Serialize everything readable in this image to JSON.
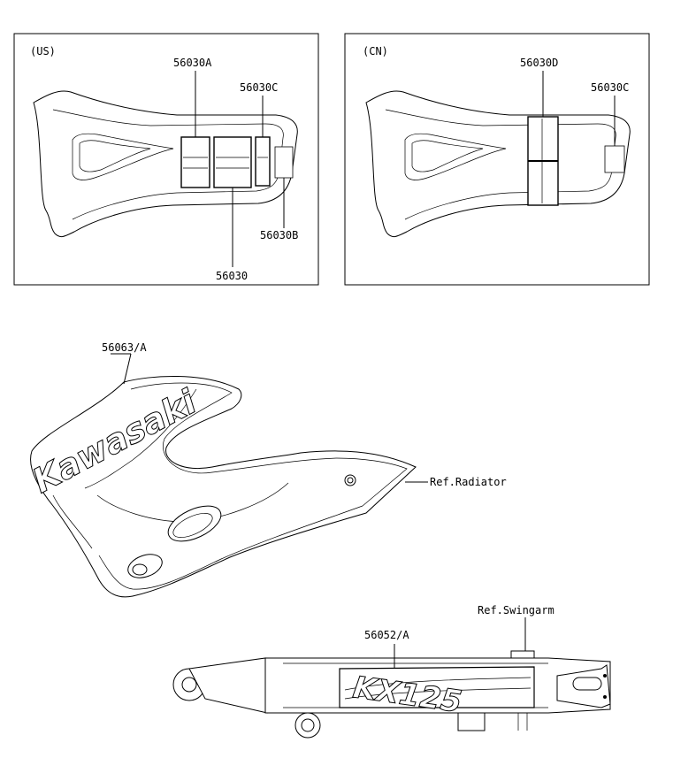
{
  "panels": {
    "us": {
      "tag": "(US)",
      "labels": {
        "part_a": "56030A",
        "part_c": "56030C",
        "part_b": "56030B",
        "part_main": "56030"
      }
    },
    "cn": {
      "tag": "(CN)",
      "labels": {
        "part_d": "56030D",
        "part_c": "56030C"
      }
    }
  },
  "shroud": {
    "part_label": "56063/A",
    "ref_label": "Ref.Radiator",
    "logo_text": "Kawasaki"
  },
  "swingarm": {
    "part_label": "56052/A",
    "ref_label": "Ref.Swingarm",
    "decal_text": "KX125"
  }
}
